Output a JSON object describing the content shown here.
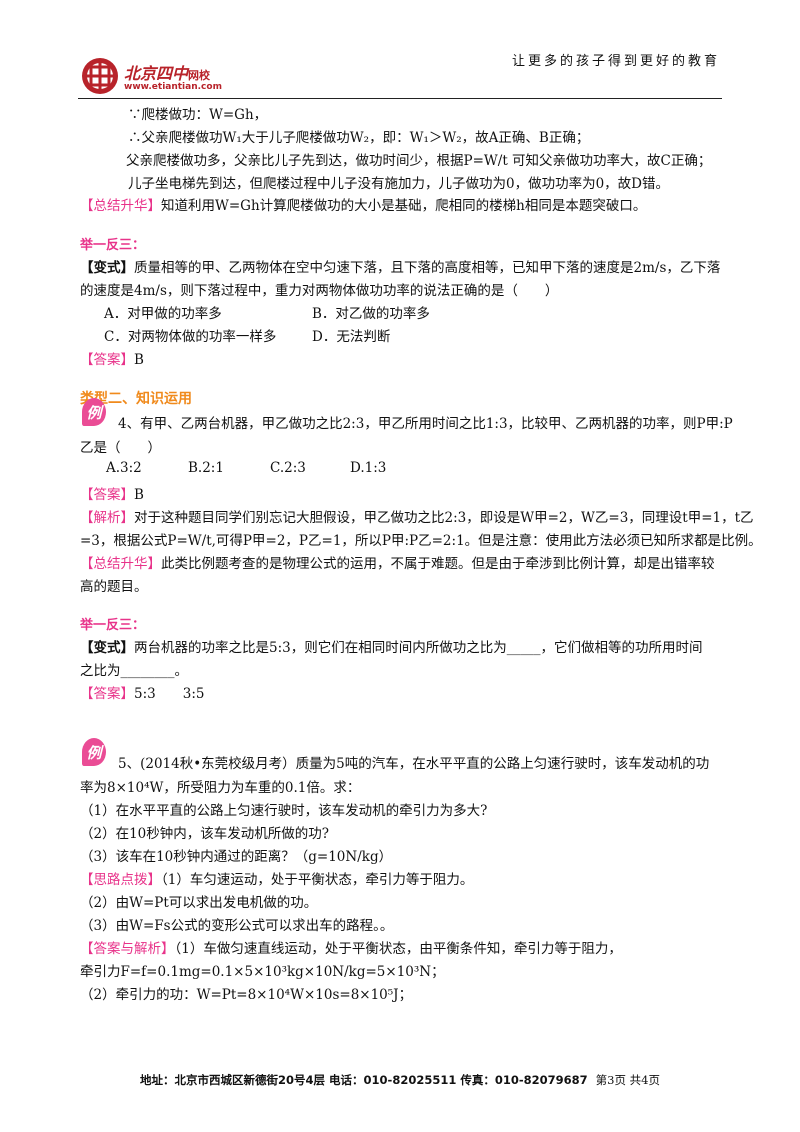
{
  "header": {
    "slogan": "让更多的孩子得到更好的教育",
    "logo_name": "北京四中",
    "logo_sub": "网校",
    "logo_url": "www.etiantian.com"
  },
  "solution3_lines": [
    "∵爬楼做功：W=Gh，",
    "∴父亲爬楼做功W₁大于儿子爬楼做功W₂，即：W₁＞W₂，故A正确、B正确；",
    "父亲爬楼做功多，父亲比儿子先到达，做功时间少，根据P=W/t 可知父亲做功功率大，故C正确；",
    "儿子坐电梯先到达，但爬楼过程中儿子没有施加力，儿子做功为0，做功功率为0，故D错。"
  ],
  "summary3": {
    "tag": "【总结升华】",
    "text": "知道利用W=Gh计算爬楼做功的大小是基础，爬相同的楼梯h相同是本题突破口。"
  },
  "practice1": {
    "title": "举一反三：",
    "tag": "【变式】",
    "line1": "质量相等的甲、乙两物体在空中匀速下落，且下落的高度相等，已知甲下落的速度是2m/s，乙下落",
    "line2": "的速度是4m/s，则下落过程中，重力对两物体做功功率的说法正确的是（　　）",
    "options": [
      "A．对甲做的功率多",
      "B．对乙做的功率多",
      "C．对两物体做的功率一样多",
      "D．无法判断"
    ],
    "answer_tag": "【答案】",
    "answer": "B"
  },
  "type2_title": "类型二、知识运用",
  "example4": {
    "badge": "例",
    "line1": "4、有甲、乙两台机器，甲乙做功之比2:3，甲乙所用时间之比1:3，比较甲、乙两机器的功率，则P甲:P",
    "line2": "乙是（　　）",
    "options": [
      "A.3:2",
      "B.2:1",
      "C.2:3",
      "D.1:3"
    ],
    "answer_tag": "【答案】",
    "answer": "B",
    "analysis_tag": "【解析】",
    "analysis1": "对于这种题目同学们别忘记大胆假设，甲乙做功之比2:3，即设是W甲=2，W乙=3，同理设t甲=1，t乙",
    "analysis2": "=3，根据公式P=W/t,可得P甲=2，P乙=1，所以P甲:P乙=2:1。但是注意：使用此方法必须已知所求都是比例。",
    "summary_tag": "【总结升华】",
    "summary1": "此类比例题考查的是物理公式的运用，不属于难题。但是由于牵涉到比例计算，却是出错率较",
    "summary2": "高的题目。"
  },
  "practice2": {
    "title": "举一反三：",
    "tag": "【变式】",
    "line1": "两台机器的功率之比是5:3，则它们在相同时间内所做功之比为_____，它们做相等的功所用时间",
    "line2": "之比为________。",
    "answer_tag": "【答案】",
    "answer": "5:3　　3:5"
  },
  "example5": {
    "badge": "例",
    "line1": "5、(2014秋•东莞校级月考）质量为5吨的汽车，在水平平直的公路上匀速行驶时，该车发动机的功",
    "line2": "率为8×10⁴W，所受阻力为车重的0.1倍。求：",
    "questions": [
      "（1）在水平平直的公路上匀速行驶时，该车发动机的牵引力为多大?",
      "（2）在10秒钟内，该车发动机所做的功?",
      "（3）该车在10秒钟内通过的距离？（g=10N/kg）"
    ],
    "hint_tag": "【思路点拨】",
    "hints": [
      "（1）车匀速运动，处于平衡状态，牵引力等于阻力。",
      "（2）由W=Pt可以求出发电机做的功。",
      "（3）由W=Fs公式的变形公式可以求出车的路程。。"
    ],
    "answer_tag": "【答案与解析】",
    "answer1": "（1）车做匀速直线运动，处于平衡状态，由平衡条件知，牵引力等于阻力，",
    "answer2": "牵引力F=f=0.1mg=0.1×5×10³kg×10N/kg=5×10³N；",
    "answer3": "（2）牵引力的功：W=Pt=8×10⁴W×10s=8×10⁵J；"
  },
  "footer": {
    "address": "地址：北京市西城区新德街20号4层 电话：010-82025511 传真：010-82079687",
    "page": "第3页 共4页"
  }
}
